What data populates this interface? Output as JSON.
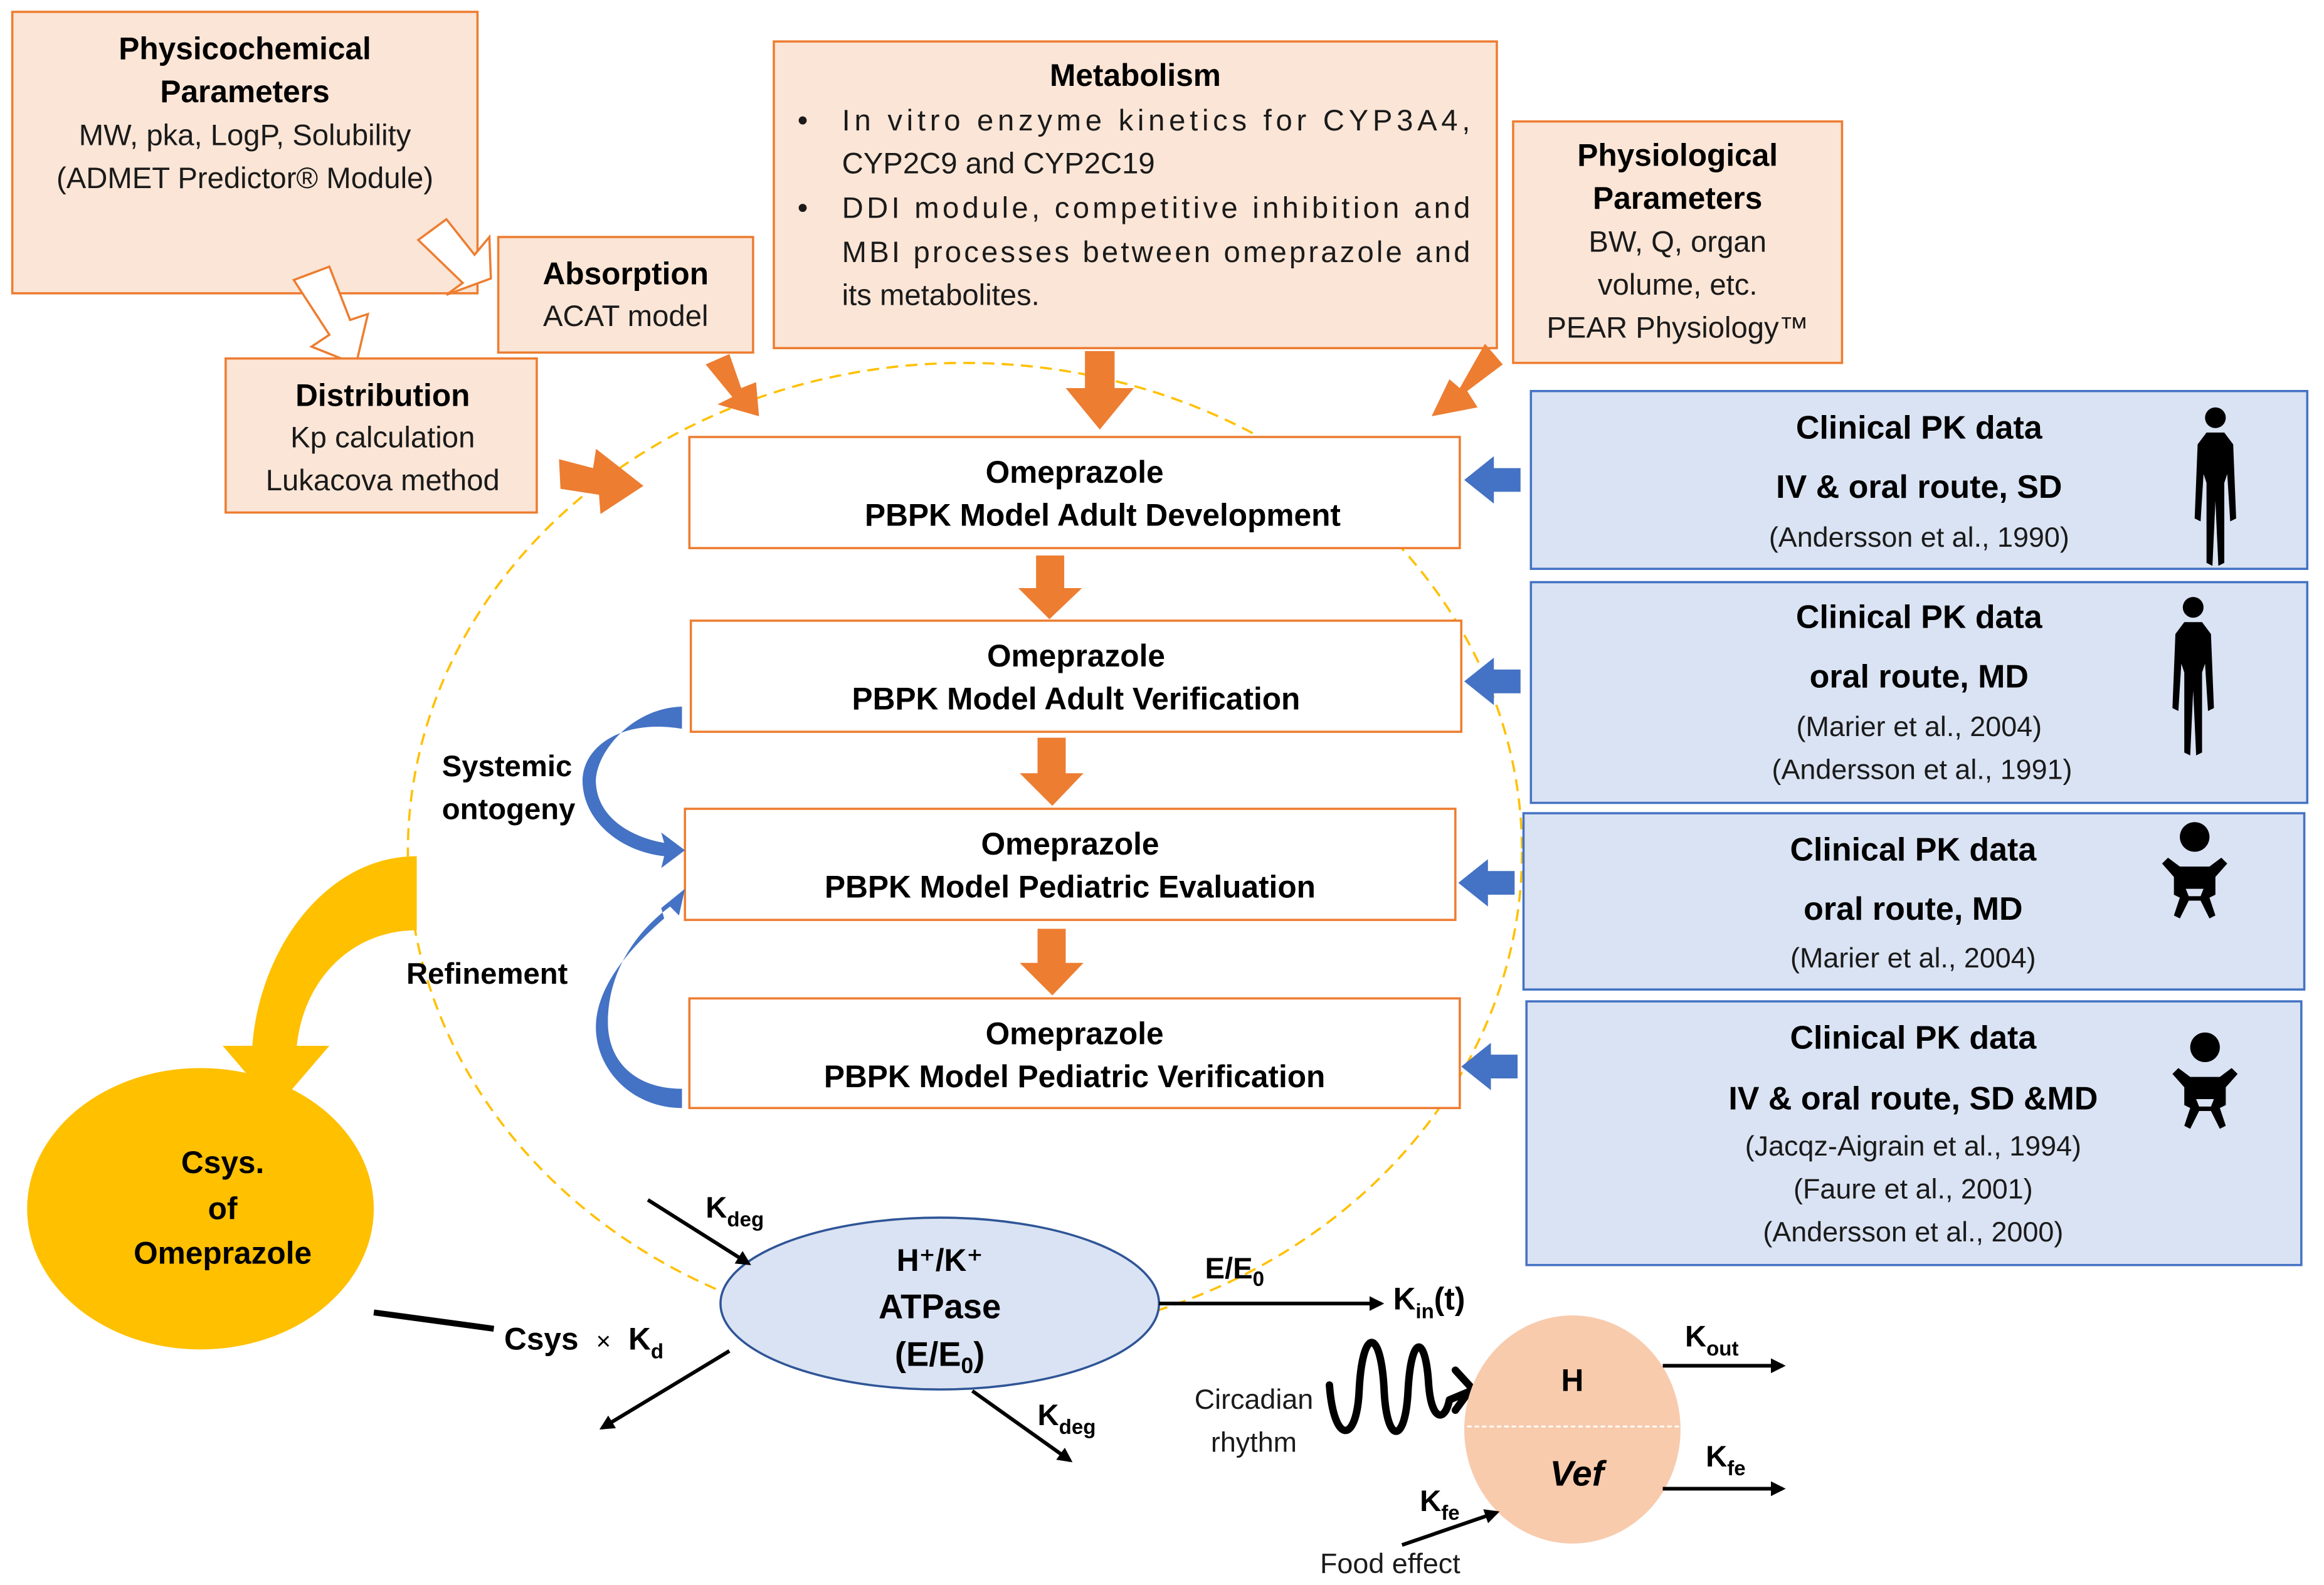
{
  "colors": {
    "orange_fill": "#fbe5d6",
    "orange_stroke": "#ed7d31",
    "blue_fill": "#dae3f3",
    "blue_stroke": "#4472c4",
    "blue_arrow": "#4472c4",
    "gold": "#ffc000",
    "ellipse_dash": "#ffc000",
    "peach": "#f8cbad"
  },
  "inputs": {
    "physicochemical": {
      "title_line1": "Physicochemical",
      "title_line2": "Parameters",
      "line1": "MW, pka, LogP, Solubility",
      "line2": "(ADMET Predictor® Module)"
    },
    "absorption": {
      "title": "Absorption",
      "line1": "ACAT model"
    },
    "distribution": {
      "title": "Distribution",
      "line1": "Kp calculation",
      "line2": "Lukacova method"
    },
    "metabolism": {
      "title": "Metabolism",
      "bullet1_line1": "In vitro  enzyme kinetics for CYP3A4,",
      "bullet1_line2": "CYP2C9 and CYP2C19",
      "bullet2_line1": "DDI module, competitive inhibition and",
      "bullet2_line2": "MBI processes between omeprazole and",
      "bullet2_line3": "its metabolites."
    },
    "physiological": {
      "title_line1": "Physiological",
      "title_line2": "Parameters",
      "line1": "BW, Q, organ",
      "line2": "volume, etc.",
      "line3": "PEAR Physiology™"
    }
  },
  "model_steps": [
    {
      "line1": "Omeprazole",
      "line2": "PBPK Model Adult Development"
    },
    {
      "line1": "Omeprazole",
      "line2": "PBPK Model Adult Verification"
    },
    {
      "line1": "Omeprazole",
      "line2": "PBPK Model Pediatric Evaluation"
    },
    {
      "line1": "Omeprazole",
      "line2": "PBPK Model Pediatric Verification"
    }
  ],
  "side_labels": {
    "systemic_line1": "Systemic",
    "systemic_line2": "ontogeny",
    "refinement": "Refinement"
  },
  "clinical": [
    {
      "title": "Clinical PK data",
      "route": "IV & oral route, SD",
      "refs": [
        "(Andersson et al., 1990)"
      ],
      "icon": "adult-icon"
    },
    {
      "title": "Clinical PK data",
      "route": "oral route, MD",
      "refs": [
        "(Marier et al., 2004)",
        "(Andersson et al., 1991)"
      ],
      "icon": "adult-icon"
    },
    {
      "title": "Clinical PK data",
      "route": "oral route, MD",
      "refs": [
        "(Marier et al., 2004)"
      ],
      "icon": "baby-icon"
    },
    {
      "title": "Clinical PK data",
      "route": "IV & oral route, SD  &MD",
      "refs": [
        "(Jacqz-Aigrain et al., 1994)",
        "(Faure et al., 2001)",
        "(Andersson et al., 2000)"
      ],
      "icon": "baby-icon"
    }
  ],
  "pd": {
    "csys_line1": "Csys.",
    "csys_line2": "of",
    "csys_line3": "Omeprazole",
    "csys_kd_main": "Csys",
    "times": "×",
    "k": "K",
    "d_sub": "d",
    "deg_sub": "deg",
    "atpase_line1": "H⁺/K⁺",
    "atpase_line2": "ATPase",
    "atpase_line3_main": "(E/E",
    "atpase_line3_sub": "0",
    "atpase_line3_end": ")",
    "e_over_e0_main": "E/E",
    "e_over_e0_sub": "0",
    "kin_sub": "in",
    "kin_end": "(t)",
    "circadian_line1": "Circadian",
    "circadian_line2": "rhythm",
    "h": "H",
    "vef": "Vef",
    "out_sub": "out",
    "fe_sub": "fe",
    "food_effect": "Food effect"
  }
}
